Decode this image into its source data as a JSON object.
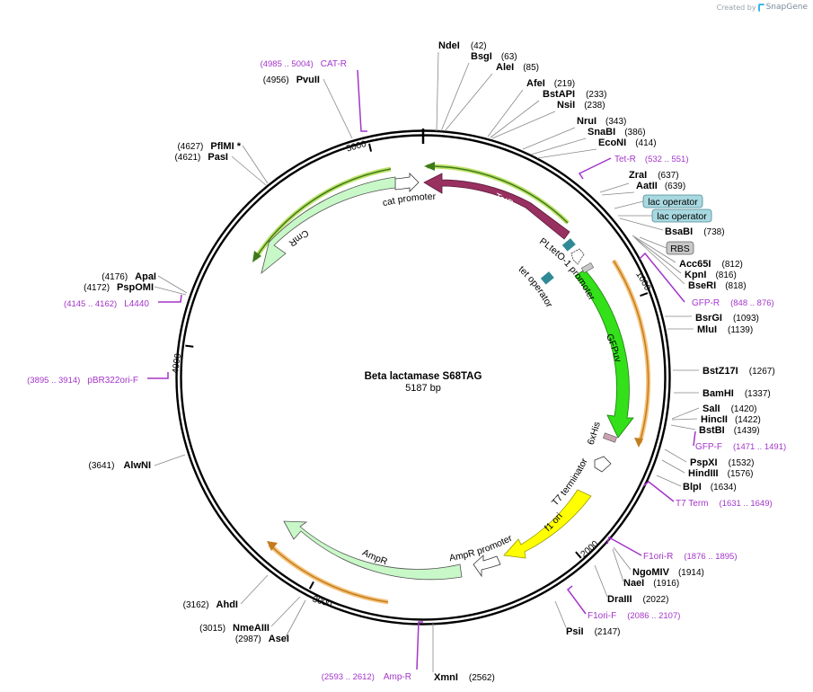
{
  "credit": {
    "prefix": "Created by",
    "brand": "SnapGene"
  },
  "plasmid": {
    "name": "Beta lactamase S68TAG",
    "size": "5187 bp",
    "length": 5187
  },
  "ticks": [
    {
      "pos": 1000,
      "label": "1000"
    },
    {
      "pos": 2000,
      "label": "2000"
    },
    {
      "pos": 3000,
      "label": "3000"
    },
    {
      "pos": 4000,
      "label": "4000"
    },
    {
      "pos": 5000,
      "label": "5000"
    }
  ],
  "colors": {
    "TetR": "#983060",
    "GFPuv": "#33e01a",
    "CmR": "#c8f8c8",
    "AmpR": "#c8f8c8",
    "f1ori": "#ffff00",
    "primer": "#a335c9",
    "operator": "#2f8a96",
    "ribbon": "#e8ae55",
    "ribbon_green": "#6aa42a",
    "box_fill": "#a8d8e0",
    "rbs_fill": "#c8c8c8"
  },
  "sites": [
    {
      "name": "NdeI",
      "pos": "(42)"
    },
    {
      "name": "BsgI",
      "pos": "(63)"
    },
    {
      "name": "AleI",
      "pos": "(85)"
    },
    {
      "name": "AfeI",
      "pos": "(219)"
    },
    {
      "name": "BstAPI",
      "pos": "(233)"
    },
    {
      "name": "NsiI",
      "pos": "(238)"
    },
    {
      "name": "NruI",
      "pos": "(343)"
    },
    {
      "name": "SnaBI",
      "pos": "(386)"
    },
    {
      "name": "EcoNI",
      "pos": "(414)"
    },
    {
      "name": "ZraI",
      "pos": "(637)"
    },
    {
      "name": "AatII",
      "pos": "(639)"
    },
    {
      "name": "BsaBI",
      "pos": "(738)"
    },
    {
      "name": "Acc65I",
      "pos": "(812)"
    },
    {
      "name": "KpnI",
      "pos": "(816)"
    },
    {
      "name": "BseRI",
      "pos": "(818)"
    },
    {
      "name": "BsrGI",
      "pos": "(1093)"
    },
    {
      "name": "MluI",
      "pos": "(1139)"
    },
    {
      "name": "BstZ17I",
      "pos": "(1267)"
    },
    {
      "name": "BamHI",
      "pos": "(1337)"
    },
    {
      "name": "SalI",
      "pos": "(1420)"
    },
    {
      "name": "HincII",
      "pos": "(1422)"
    },
    {
      "name": "BstBI",
      "pos": "(1439)"
    },
    {
      "name": "PspXI",
      "pos": "(1532)"
    },
    {
      "name": "HindIII",
      "pos": "(1576)"
    },
    {
      "name": "BlpI",
      "pos": "(1634)"
    },
    {
      "name": "NgoMIV",
      "pos": "(1914)"
    },
    {
      "name": "NaeI",
      "pos": "(1916)"
    },
    {
      "name": "DraIII",
      "pos": "(2022)"
    },
    {
      "name": "PsiI",
      "pos": "(2147)"
    },
    {
      "name": "XmnI",
      "pos": "(2562)"
    },
    {
      "name": "AseI",
      "pos": "(2987)"
    },
    {
      "name": "NmeAIII",
      "pos": "(3015)"
    },
    {
      "name": "AhdI",
      "pos": "(3162)"
    },
    {
      "name": "AlwNI",
      "pos": "(3641)"
    },
    {
      "name": "PspOMI",
      "pos": "(4172)"
    },
    {
      "name": "ApaI",
      "pos": "(4176)"
    },
    {
      "name": "PasI",
      "pos": "(4621)"
    },
    {
      "name": "PflMI *",
      "pos": "(4627)"
    },
    {
      "name": "PvuII",
      "pos": "(4956)"
    }
  ],
  "primers": [
    {
      "name": "CAT-R",
      "range": "(4985 .. 5004)"
    },
    {
      "name": "Tet-R",
      "range": "(532 .. 551)"
    },
    {
      "name": "GFP-R",
      "range": "(848 .. 876)"
    },
    {
      "name": "GFP-F",
      "range": "(1471 .. 1491)"
    },
    {
      "name": "T7 Term",
      "range": "(1631 .. 1649)"
    },
    {
      "name": "F1ori-R",
      "range": "(1876 .. 1895)"
    },
    {
      "name": "F1ori-F",
      "range": "(2086 .. 2107)"
    },
    {
      "name": "Amp-R",
      "range": "(2593 .. 2612)"
    },
    {
      "name": "pBR322ori-F",
      "range": "(3895 .. 3914)"
    },
    {
      "name": "L4440",
      "range": "(4145 .. 4162)"
    }
  ],
  "features": {
    "tetr": "TetR",
    "cmr": "CmR",
    "gfpuv": "GFPuv",
    "ampr": "AmpR",
    "f1ori": "f1 ori",
    "cat_promoter": "cat promoter",
    "ampr_promoter": "AmpR promoter",
    "pltet_promoter": "PLtetO-1 promoter",
    "tet_operator": "tet operator",
    "his_tag": "6xHis",
    "t7_terminator": "T7 terminator",
    "lac_operator_1": "lac operator",
    "lac_operator_2": "lac operator",
    "rbs": "RBS"
  }
}
